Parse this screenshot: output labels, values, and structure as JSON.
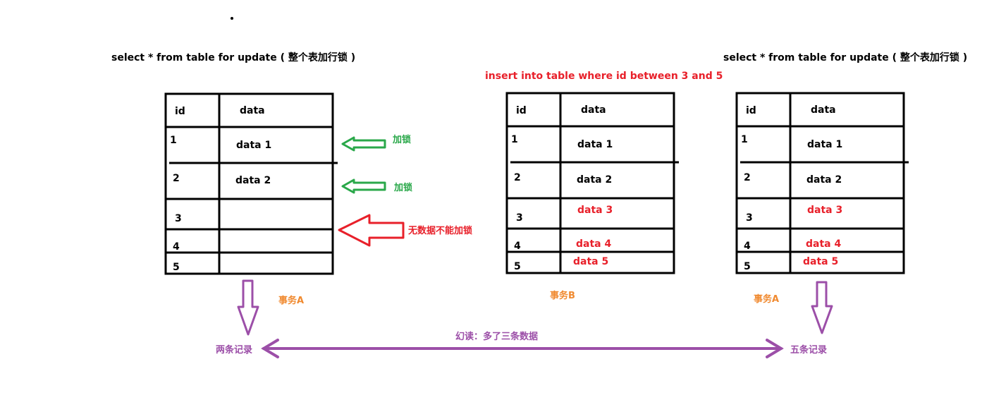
{
  "queries": {
    "left": "select * from table for update ( 整个表加行锁 )",
    "middle": "insert into table where id between 3 and 5",
    "right": "select * from table for update ( 整个表加行锁 )"
  },
  "table_left": {
    "header": {
      "id": "id",
      "data": "data"
    },
    "rows": [
      {
        "id": "1",
        "data": "data 1"
      },
      {
        "id": "2",
        "data": "data 2"
      },
      {
        "id": "3",
        "data": ""
      },
      {
        "id": "4",
        "data": ""
      },
      {
        "id": "5",
        "data": ""
      }
    ]
  },
  "table_middle": {
    "header": {
      "id": "id",
      "data": "data"
    },
    "rows": [
      {
        "id": "1",
        "data": "data 1"
      },
      {
        "id": "2",
        "data": "data 2"
      },
      {
        "id": "3",
        "data": "data 3"
      },
      {
        "id": "4",
        "data": "data 4"
      },
      {
        "id": "5",
        "data": "data 5"
      }
    ]
  },
  "table_right": {
    "header": {
      "id": "id",
      "data": "data"
    },
    "rows": [
      {
        "id": "1",
        "data": "data 1"
      },
      {
        "id": "2",
        "data": "data 2"
      },
      {
        "id": "3",
        "data": "data 3"
      },
      {
        "id": "4",
        "data": "data 4"
      },
      {
        "id": "5",
        "data": "data 5"
      }
    ]
  },
  "annotations": {
    "lock_row1": "加锁",
    "lock_row2": "加锁",
    "no_data_lock": "无数据不能加锁",
    "transaction_a_left": "事务A",
    "transaction_b": "事务B",
    "transaction_a_right": "事务A",
    "two_records": "两条记录",
    "five_records": "五条记录",
    "phantom_read": "幻读：多了三条数据"
  },
  "colors": {
    "lock_arrow": "#2aa84a",
    "no_lock_arrow": "#e8202a",
    "transaction_label": "#f08a30",
    "flow_arrow": "#9c4fa8",
    "inserted_text": "#e8202a"
  }
}
